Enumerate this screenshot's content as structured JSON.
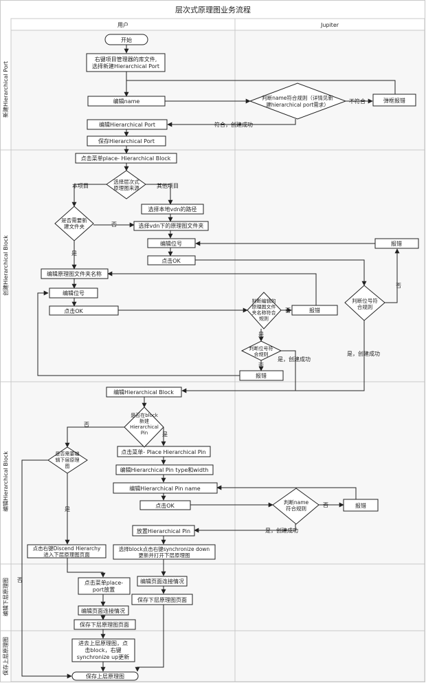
{
  "title": "层次式原理图业务流程",
  "columns": {
    "user": "用户",
    "jupiter": "Jupiter"
  },
  "lanes": {
    "lane1": "新建Hierarchical Port",
    "lane2": "创建Hierarchical Block",
    "lane3": "编辑Hierarchical Block",
    "lane4": "编辑下层原理图",
    "lane5": "保存上层原理图"
  },
  "nodes": {
    "start": "开始",
    "n1": [
      "右键项目管理器的库文件,",
      "选择新建Hierarchical Port"
    ],
    "n2": "编辑name",
    "d1": [
      "判断name符合规则（详情见新",
      "建hierarchical port需求）"
    ],
    "err1": "弹框报错",
    "n3": "编辑Hierarchical Port",
    "n4": "保存Hierarchical Port",
    "n5": "点击菜单place- Hierarchical Block",
    "d2": [
      "选择层次式",
      "原理图来源"
    ],
    "n6": "选择本地vdn的路径",
    "d3": [
      "是否需要新",
      "建文件夹"
    ],
    "n7": "选择vdn下的原理图文件夹",
    "n8": "编辑位号",
    "n9": "点击OK",
    "err2": "报错",
    "d4": [
      "判断位号符",
      "合规则"
    ],
    "n10": "编辑原理图文件夹名称",
    "n11": "编辑位号",
    "n12": "点击OK",
    "d5": [
      "判断编辑的",
      "原理图文件",
      "夹名称符合",
      "规则"
    ],
    "err3": "报错",
    "d6": [
      "判断位号符",
      "合规则"
    ],
    "err4": "报错",
    "n13": "编辑Hierarchical Block",
    "d7": [
      "是否在block",
      "新建",
      "Hierarchical",
      "Pin"
    ],
    "d8": [
      "是否需要编",
      "辑下层原理",
      "图"
    ],
    "n14": "点击菜单- Place Hierarchical Pin",
    "n15": "编辑Hierarchical Pin type和width",
    "n16": "编辑Hierarchical Pin name",
    "n17": "点击OK",
    "d9": [
      "判断name",
      "符合规则"
    ],
    "err5": "报错",
    "n18": "放置Hierarchical Pin",
    "n19": [
      "点击右键Discend Hierarchy",
      "进入下层原理图页面"
    ],
    "n20": [
      "选择block点击右键synchronize down",
      "更新并打开下层原理图"
    ],
    "n21": [
      "点击菜单place-",
      "port放置"
    ],
    "n22": "编辑页面连接情况",
    "n23": "编辑页面连接情况",
    "n24": "保存下层原理图页面",
    "n25": "保存下层原理图页面",
    "n26": [
      "进去上层原理图，点",
      "击block，右键",
      "synchronize up更新"
    ],
    "n27": "保存上层原理图"
  },
  "edge_labels": {
    "e_nomatch": "不符合",
    "e_match_ok": "符合，创建成功",
    "e_local": "本项目",
    "e_other": "其他项目",
    "e_no1": "否",
    "e_yes1": "是",
    "e_no2": "否",
    "e_yes_ok1": "是，创建成功",
    "e_no3": "否",
    "e_yes2": "是",
    "e_no4": "否",
    "e_yes_ok2": "是，创建成功",
    "e_no5": "否",
    "e_yes3": "是",
    "e_yes4": "是",
    "e_no6": "否",
    "e_yes_ok3": "是，创建成功",
    "e_no7": "否"
  }
}
